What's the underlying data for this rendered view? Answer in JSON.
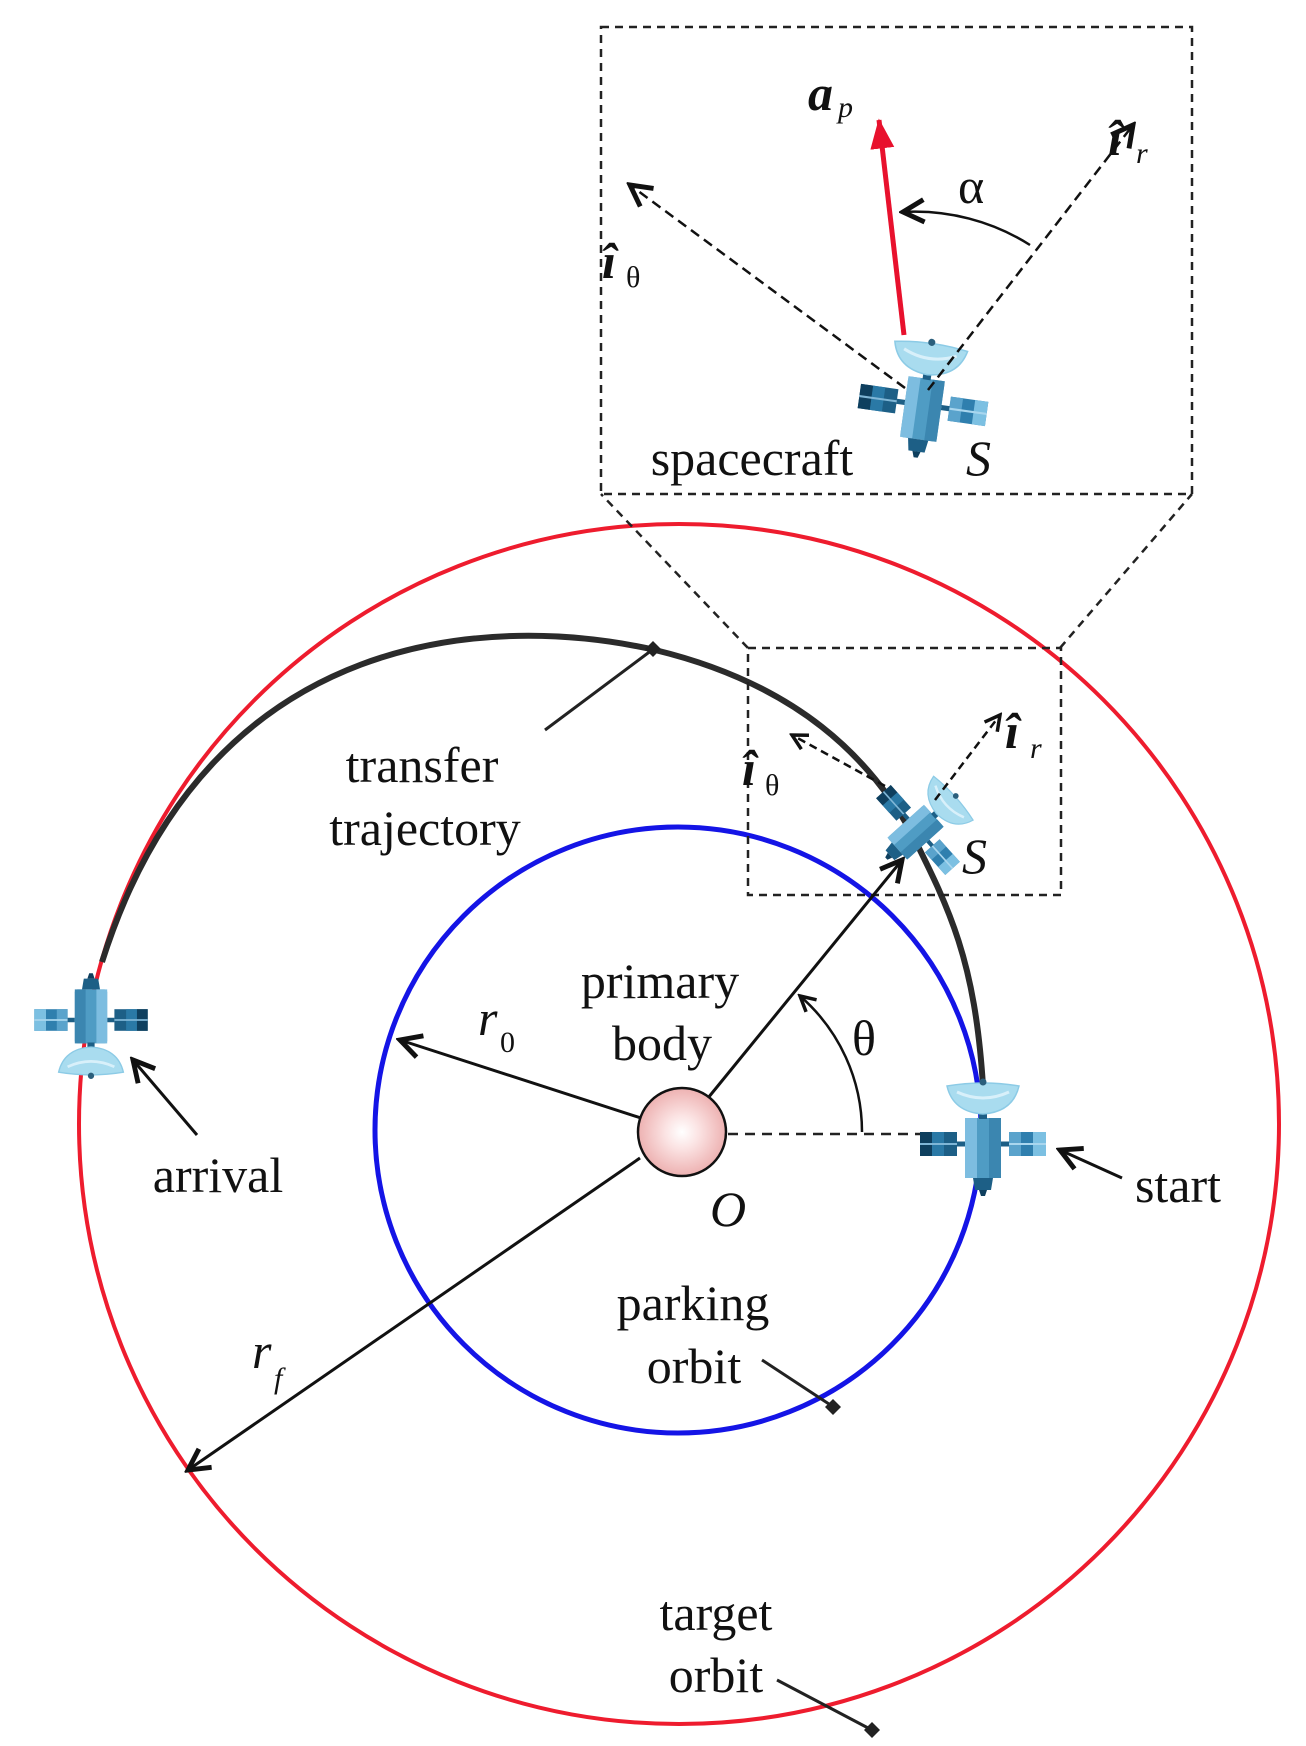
{
  "labels": {
    "transfer_1": "transfer",
    "transfer_2": "trajectory",
    "primary_1": "primary",
    "primary_2": "body",
    "parking_1": "parking",
    "parking_2": "orbit",
    "target_1": "target",
    "target_2": "orbit",
    "arrival": "arrival",
    "start": "start",
    "spacecraft": "spacecraft",
    "origin": "O",
    "sc_S": "S",
    "sc_S_inset": "S",
    "theta": "θ",
    "alpha": "α",
    "r": "r",
    "r0_sub": "0",
    "rf_sub": "f",
    "i_hat": "î",
    "r_sub": "r",
    "theta_sub": "θ",
    "a": "a",
    "p_sub": "p"
  },
  "colors": {
    "target_orbit": "#ee1c2e",
    "parking_orbit": "#1414e6",
    "trajectory": "#2b2b2b",
    "thrust_vector": "#e8112d",
    "primary_body": "#f3bcbc",
    "spacecraft_body": "#4f9cc4",
    "spacecraft_panel": "#1d5f86",
    "spacecraft_dish": "#a9dcef"
  },
  "icons": [
    "spacecraft-icon",
    "primary-body-icon"
  ]
}
